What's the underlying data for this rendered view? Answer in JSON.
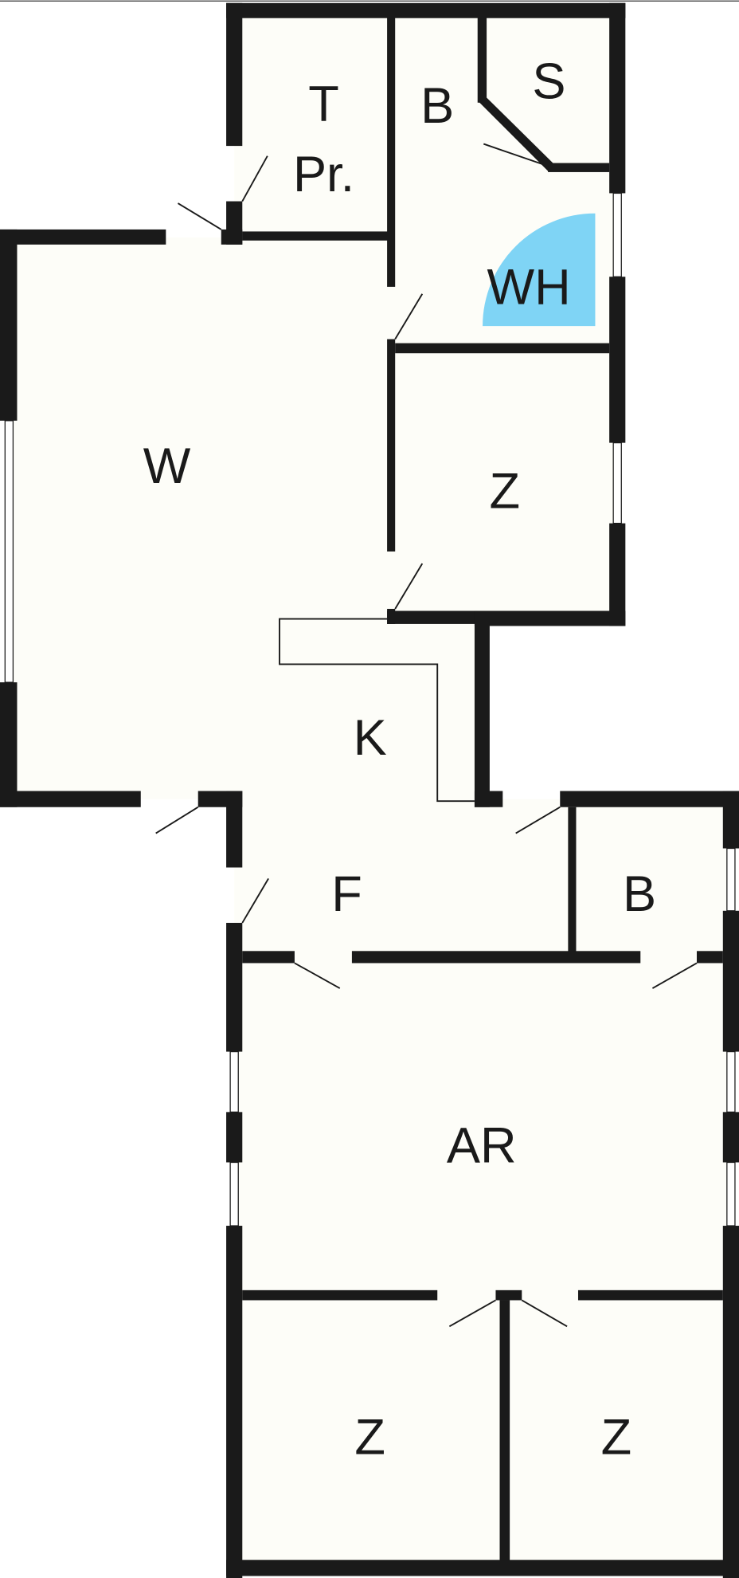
{
  "floorplan": {
    "rooms": {
      "t": "T",
      "pr": "Pr.",
      "b_top": "B",
      "s": "S",
      "wh": "WH",
      "w": "W",
      "z_top": "Z",
      "k": "K",
      "f": "F",
      "b_bottom": "B",
      "ar": "AR",
      "z_left": "Z",
      "z_right": "Z"
    },
    "colors": {
      "wall": "#1a1a1a",
      "floor": "#fdfdf8",
      "wh_fixture": "#7fd4f5"
    }
  }
}
